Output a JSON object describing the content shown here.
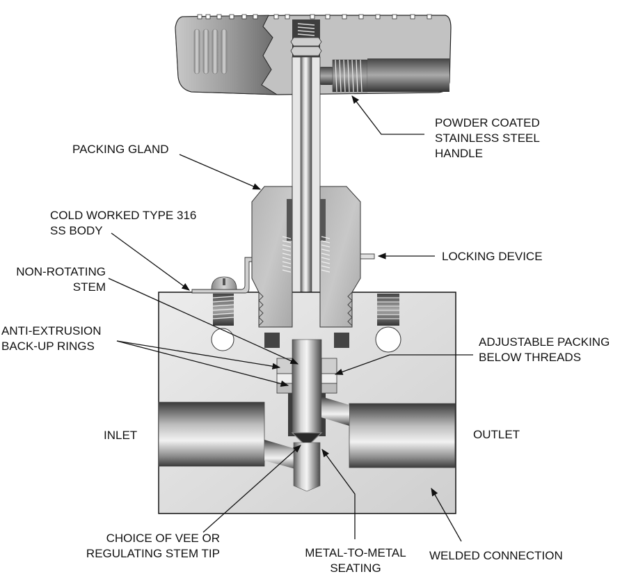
{
  "diagram": {
    "subject": "Needle valve cutaway",
    "colors": {
      "body_fill": "#dcdcdc",
      "outline": "#1a1a1a",
      "leader": "#111111",
      "text": "#111111"
    },
    "labels": {
      "handle": {
        "lines": [
          "POWDER COATED",
          "STAINLESS STEEL",
          "HANDLE"
        ]
      },
      "packing_gland": {
        "lines": [
          "PACKING GLAND"
        ]
      },
      "body": {
        "lines": [
          "COLD WORKED TYPE 316",
          "SS BODY"
        ]
      },
      "stem": {
        "lines": [
          "NON-ROTATING",
          "STEM"
        ]
      },
      "backup_rings": {
        "lines": [
          "ANTI-EXTRUSION",
          "BACK-UP RINGS"
        ]
      },
      "locking_device": {
        "lines": [
          "LOCKING DEVICE"
        ]
      },
      "adjustable_packing": {
        "lines": [
          "ADJUSTABLE PACKING",
          "BELOW THREADS"
        ]
      },
      "inlet": {
        "lines": [
          "INLET"
        ]
      },
      "outlet": {
        "lines": [
          "OUTLET"
        ]
      },
      "stem_tip": {
        "lines": [
          "CHOICE OF VEE OR",
          "REGULATING STEM TIP"
        ]
      },
      "seating": {
        "lines": [
          "METAL-TO-METAL",
          "SEATING"
        ]
      },
      "welded_connection": {
        "lines": [
          "WELDED CONNECTION"
        ]
      }
    }
  }
}
